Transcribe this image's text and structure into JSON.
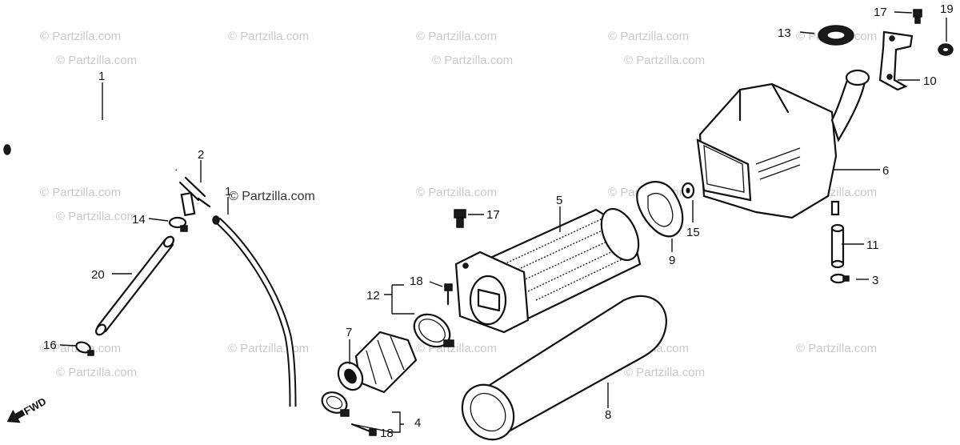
{
  "watermark": "© Partzilla.com",
  "fwd_label": "FWD",
  "callouts": {
    "c1": "1",
    "c1b": "1",
    "c2": "2",
    "c3": "3",
    "c4": "4",
    "c5": "5",
    "c6": "6",
    "c7": "7",
    "c8": "8",
    "c9": "9",
    "c10": "10",
    "c11": "11",
    "c12": "12",
    "c13": "13",
    "c14": "14",
    "c15": "15",
    "c16": "16",
    "c17a": "17",
    "c17b": "17",
    "c18a": "18",
    "c18b": "18",
    "c19": "19",
    "c20": "20"
  }
}
